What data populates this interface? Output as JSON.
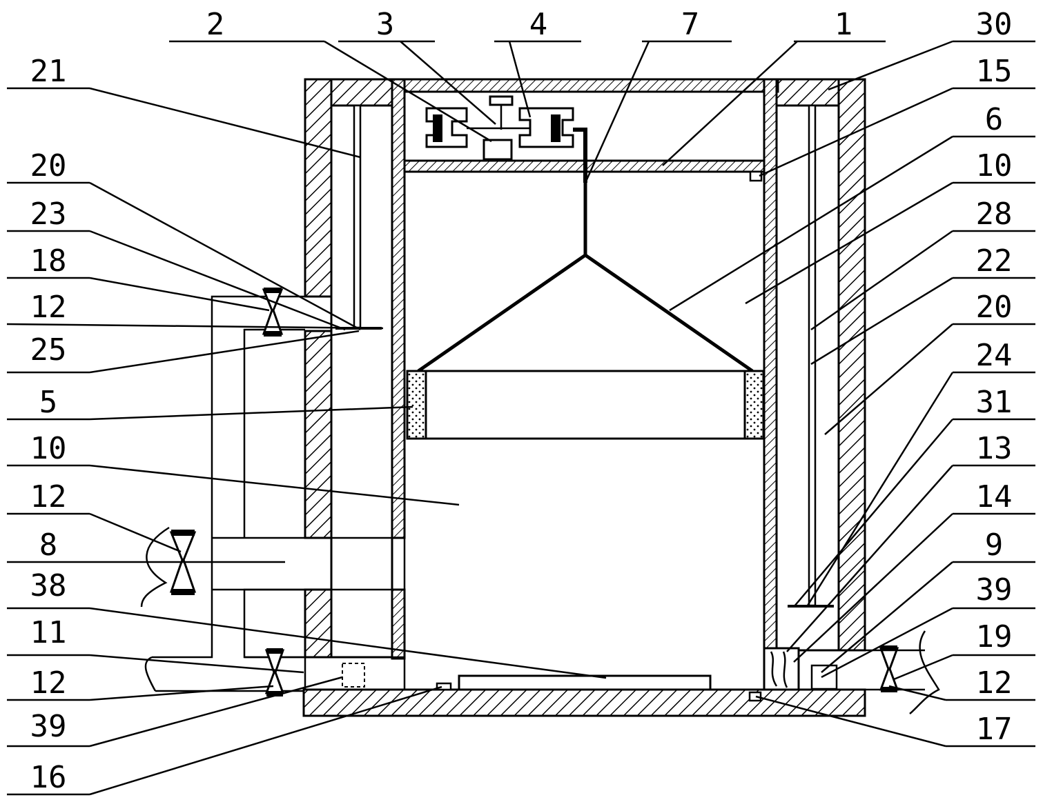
{
  "diagram": {
    "type": "patent cross-section drawing",
    "left_labels": [
      "21",
      "20",
      "23",
      "18",
      "12",
      "25",
      "5",
      "10",
      "12",
      "8",
      "38",
      "11",
      "12",
      "39",
      "16"
    ],
    "top_labels": [
      "2",
      "3",
      "4",
      "7",
      "1"
    ],
    "right_labels": [
      "30",
      "15",
      "6",
      "10",
      "28",
      "22",
      "20",
      "24",
      "31",
      "13",
      "14",
      "9",
      "39",
      "19",
      "12",
      "17"
    ]
  }
}
